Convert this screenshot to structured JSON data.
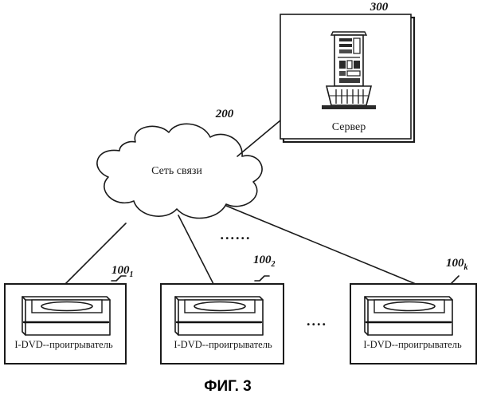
{
  "diagram": {
    "server": {
      "ref": "300",
      "label": "Сервер"
    },
    "network": {
      "ref": "200",
      "label": "Сеть связи"
    },
    "players": [
      {
        "ref": "100",
        "sub": "1",
        "label": "I-DVD--проигрыватель"
      },
      {
        "ref": "100",
        "sub": "2",
        "label": "I-DVD--проигрыватель"
      },
      {
        "ref": "100",
        "sub": "k",
        "label": "I-DVD--проигрыватель"
      }
    ],
    "dots_upper": "......",
    "dots_lower": "....",
    "caption": "ФИГ. 3"
  }
}
